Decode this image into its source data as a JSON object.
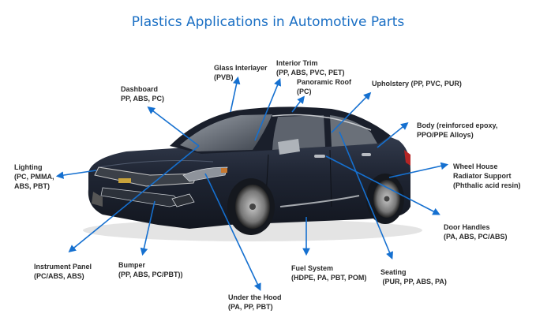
{
  "title": "Plastics Applications in Automotive Parts",
  "colors": {
    "title": "#1a6fc4",
    "arrow": "#1570d0",
    "label_text": "#2a2a2a",
    "car_body": "#1f2533"
  },
  "image": {
    "subject": "dark blue sedan (Chevrolet Impala) three-quarter front view"
  },
  "labels": {
    "glass_interlayer": {
      "line1": "Glass Interlayer",
      "line2": "(PVB)"
    },
    "interior_trim": {
      "line1": "Interior  Trim",
      "line2": "(PP, ABS, PVC, PET)"
    },
    "dashboard": {
      "line1": "Dashboard",
      "line2": "PP, ABS, PC)"
    },
    "panoramic_roof": {
      "line1": "Panoramic Roof",
      "line2": "(PC)"
    },
    "upholstery": {
      "line1": "Upholstery (PP, PVC, PUR)"
    },
    "body": {
      "line1": "Body (reinforced epoxy,",
      "line2": "PPO/PPE Alloys)"
    },
    "lighting": {
      "line1": "Lighting",
      "line2": "(PC, PMMA,",
      "line3": "ABS, PBT)"
    },
    "wheel_house": {
      "line1": "Wheel House",
      "line2": "Radiator Support",
      "line3": "(Phthalic acid resin)"
    },
    "door_handles": {
      "line1": "Door Handles",
      "line2": "(PA, ABS, PC/ABS)"
    },
    "instrument_panel": {
      "line1": "Instrument Panel",
      "line2": "(PC/ABS, ABS)"
    },
    "bumper": {
      "line1": "Bumper",
      "line2": "(PP, ABS, PC/PBT))"
    },
    "fuel_system": {
      "line1": "Fuel System",
      "line2": "(HDPE, PA, PBT, POM)"
    },
    "seating": {
      "line1": "Seating",
      "line2": " (PUR, PP, ABS, PA)"
    },
    "under_hood": {
      "line1": "Under the Hood",
      "line2": "(PA, PP, PBT)"
    }
  }
}
